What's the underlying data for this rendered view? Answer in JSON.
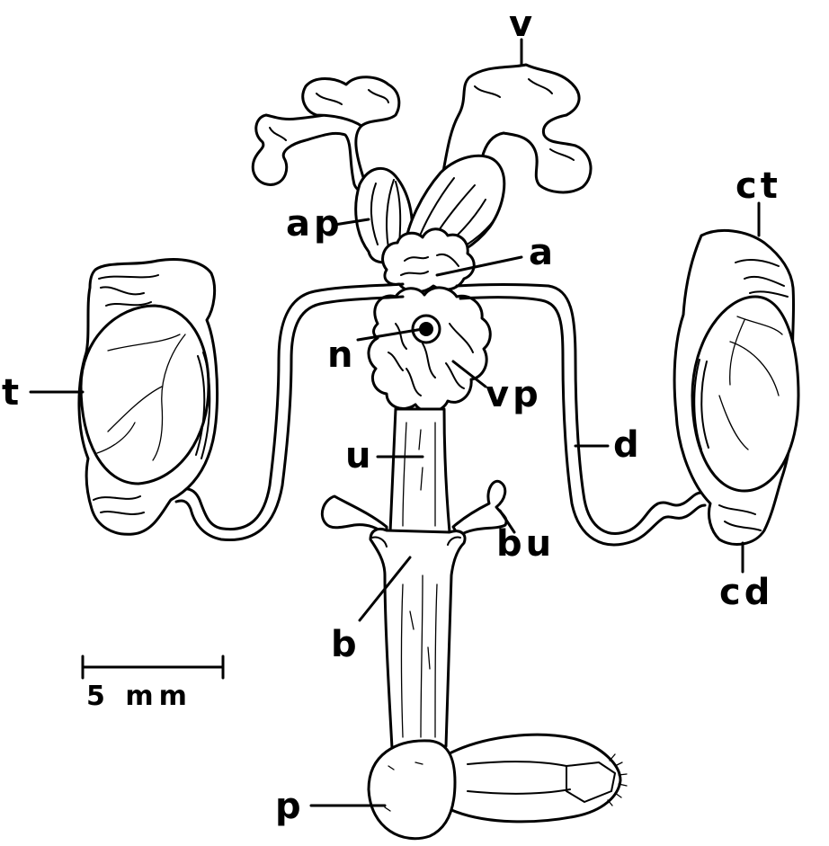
{
  "labels": {
    "v": "v",
    "ct": "ct",
    "ap": "ap",
    "a": "a",
    "t": "t",
    "n": "n",
    "vp": "vp",
    "d": "d",
    "u": "u",
    "bu": "bu",
    "cd": "cd",
    "b": "b",
    "p": "p"
  },
  "scale_bar": {
    "text": "5 mm"
  }
}
